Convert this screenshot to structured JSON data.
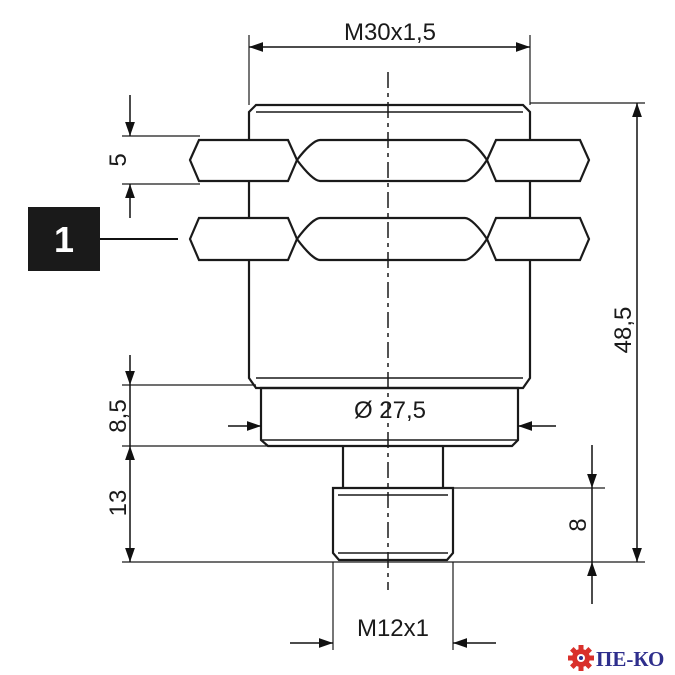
{
  "drawing": {
    "dimensions": {
      "thread_main": "M30x1,5",
      "nut_height": "5",
      "callout_number": "1",
      "total_length": "48,5",
      "collar_height": "8,5",
      "collar_diameter": "Ø 27,5",
      "connector_length": "13",
      "connector_thread_length": "8",
      "connector_thread": "M12x1"
    }
  },
  "logo": {
    "text": "ПЕ-КО",
    "color": "#2e2e8c",
    "gear_color": "#d9302b"
  }
}
